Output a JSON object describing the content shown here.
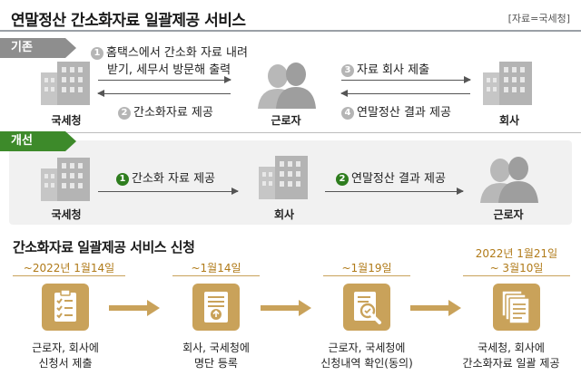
{
  "header": {
    "title": "연말정산 간소화자료 일괄제공 서비스",
    "source": "[자료=국세청]"
  },
  "existing": {
    "tag": "기존",
    "actors": {
      "left": "국세청",
      "center": "근로자",
      "right": "회사"
    },
    "steps": [
      {
        "num": "1",
        "line1": "홈택스에서 간소화 자료 내려",
        "line2": "받기, 세무서 방문해 출력"
      },
      {
        "num": "2",
        "line1": "간소화자료 제공"
      },
      {
        "num": "3",
        "line1": "자료 회사 제출"
      },
      {
        "num": "4",
        "line1": "연말정산 결과 제공"
      }
    ]
  },
  "improved": {
    "tag": "개선",
    "actors": {
      "left": "국세청",
      "center": "회사",
      "right": "근로자"
    },
    "steps": [
      {
        "num": "1",
        "line1": "간소화 자료 제공"
      },
      {
        "num": "2",
        "line1": "연말정산 결과 제공"
      }
    ]
  },
  "application": {
    "title": "간소화자료 일괄제공 서비스 신청",
    "stages": [
      {
        "date": "~2022년 1월14일",
        "line1": "근로자, 회사에",
        "line2": "신청서 제출",
        "icon": "clipboard-checklist-icon"
      },
      {
        "date": "~1월14일",
        "line1": "회사, 국세청에",
        "line2": "명단 등록",
        "icon": "document-upload-icon"
      },
      {
        "date": "~1월19일",
        "line1": "근로자, 국세청에",
        "line2": "신청내역 확인(동의)",
        "icon": "document-search-icon"
      },
      {
        "date": "2022년 1월21일",
        "date2": "~ 3월10일",
        "line1": "국세청, 회사에",
        "line2": "간소화자료 일괄 제공",
        "icon": "document-stack-icon"
      }
    ]
  },
  "colors": {
    "gold": "#c9a25a",
    "green": "#3d8a2a",
    "gray": "#8e8e8e"
  }
}
